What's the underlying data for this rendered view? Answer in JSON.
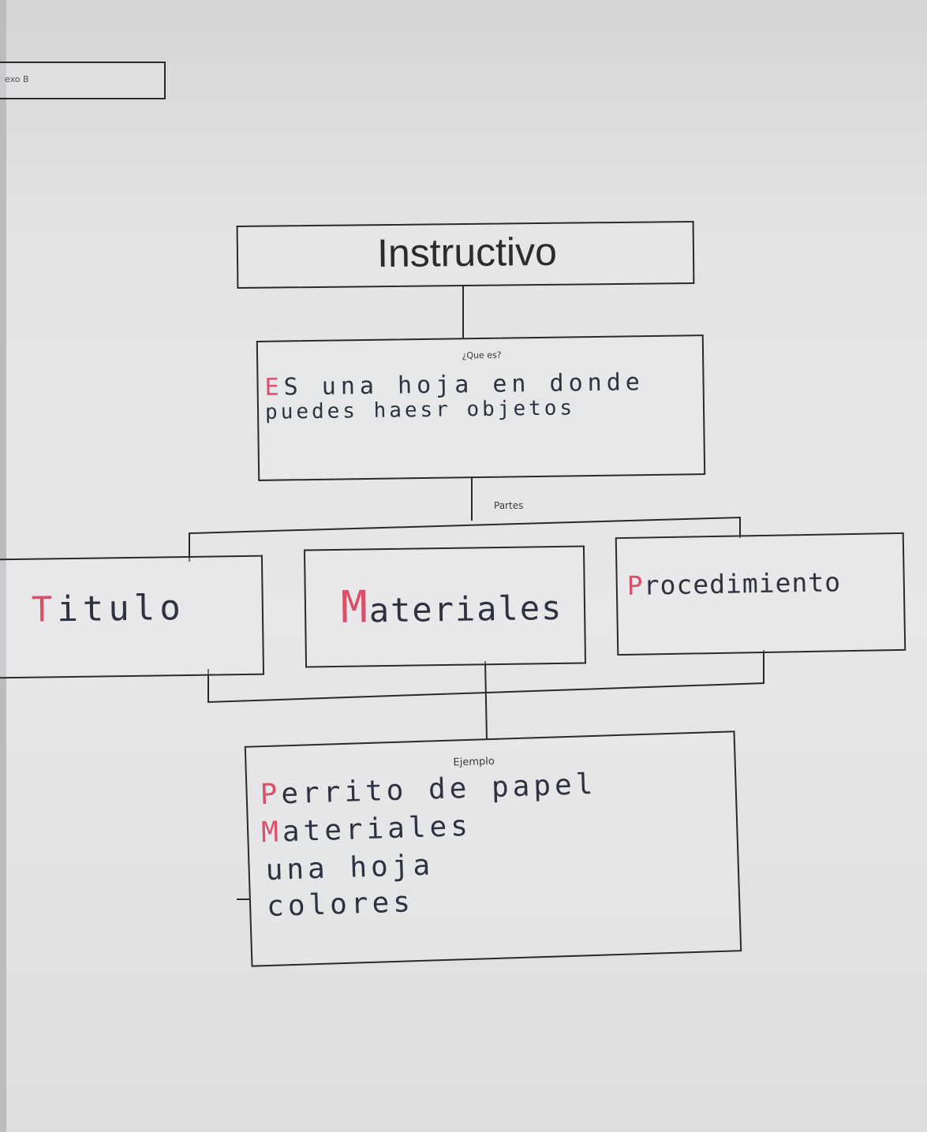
{
  "header": {
    "text": "exo B"
  },
  "diagram": {
    "title": "Instructivo",
    "que_es": {
      "label": "¿Que es?",
      "line1_first": "E",
      "line1_rest": "S una hoja en donde",
      "line2": "puedes haesr objetos"
    },
    "partes_label": "Partes",
    "parts": [
      {
        "initial": "T",
        "rest": "itulo"
      },
      {
        "initial": "M",
        "rest": "ateriales"
      },
      {
        "initial": "P",
        "rest": "rocedimiento"
      }
    ],
    "ejemplo": {
      "label": "Ejemplo",
      "lines": [
        {
          "initial": "P",
          "rest": "errito de papel"
        },
        {
          "initial": "M",
          "rest": "ateriales"
        },
        {
          "initial": "",
          "rest": "una hoja"
        },
        {
          "initial": "",
          "rest": "colores"
        }
      ]
    }
  },
  "colors": {
    "ink": "#2e3140",
    "red_marker": "#d9506a",
    "border": "#2a2a2a"
  }
}
